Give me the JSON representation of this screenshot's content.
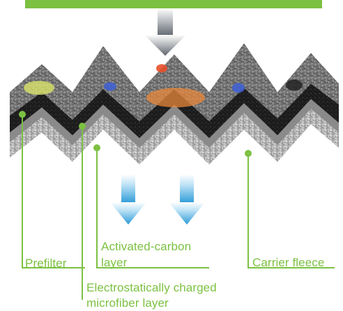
{
  "labels": {
    "prefilter": "Prefilter",
    "activated_carbon_line1": "Activated-carbon",
    "activated_carbon_line2": "layer",
    "carrier_fleece": "Carrier fleece",
    "microfiber_line1": "Electrostatically charged",
    "microfiber_line2": "microfiber layer"
  },
  "colors": {
    "accent_green": "#7cc142",
    "arrow_blue": "#3aa5dd",
    "arrow_grey": "#6d737b"
  }
}
